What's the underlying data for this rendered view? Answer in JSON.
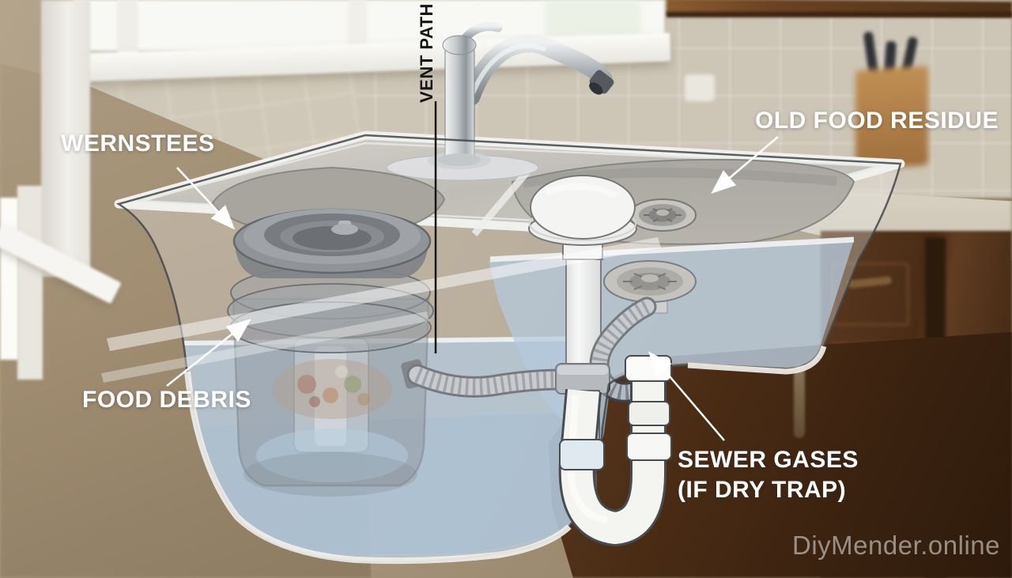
{
  "annotations": [
    {
      "id": "strainer",
      "text": "WERNSTEES"
    },
    {
      "id": "vent-path",
      "text": "VENT PATH",
      "orientation": "vertical",
      "color": "#151515"
    },
    {
      "id": "old-food-residue",
      "text": "OLD FOOD RESIDUE"
    },
    {
      "id": "food-debris",
      "text": "FOOD DEBRIS"
    },
    {
      "id": "sewer-gases",
      "text": "SEWER GASES",
      "text2": "(IF DRY TRAP)"
    }
  ],
  "watermark": {
    "text": "DiyMender.online"
  },
  "colors": {
    "label_text": "#ffffff",
    "vent_label_text": "#151515",
    "water_blue": "#98b8d6",
    "sink_glass": "#eef1f1",
    "disposal_gray": "#565b60",
    "pipe_white": "#f4f4f1",
    "cabinet_brown": "#4a2c16",
    "tile_beige": "#cdc5b6",
    "wall_tan": "#a08d72",
    "arrow": "#ffffff"
  }
}
